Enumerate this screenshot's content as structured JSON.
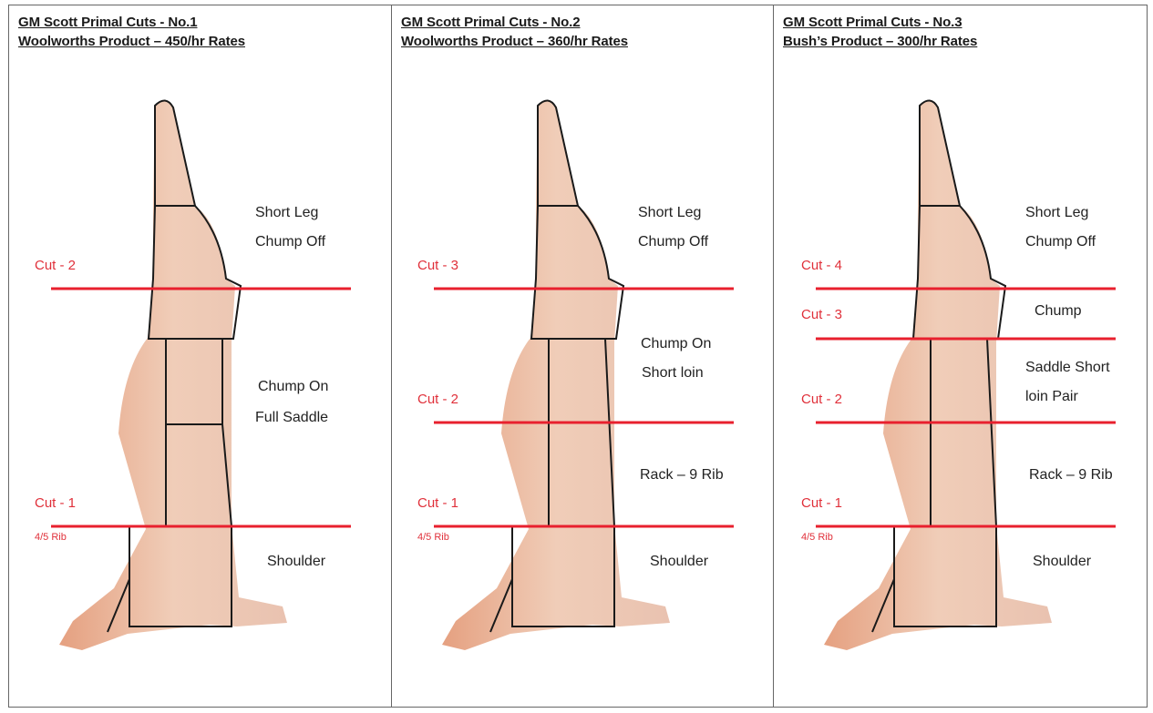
{
  "panels": [
    {
      "title_line1": "GM Scott Primal Cuts - No.1",
      "title_line2": "Woolworths  Product – 450/hr Rates",
      "labels": [
        "Short Leg",
        "Chump Off",
        "Chump On",
        "Full Saddle",
        "Shoulder"
      ],
      "cuts": [
        "Cut - 2",
        "Cut - 1"
      ],
      "rib_label": "4/5 Rib"
    },
    {
      "title_line1": "GM Scott Primal Cuts - No.2",
      "title_line2": "Woolworths  Product – 360/hr Rates",
      "labels": [
        "Short Leg",
        "Chump Off",
        "Chump On",
        "Short loin",
        "Rack – 9 Rib",
        "Shoulder"
      ],
      "cuts": [
        "Cut - 3",
        "Cut - 2",
        "Cut - 1"
      ],
      "rib_label": "4/5 Rib"
    },
    {
      "title_line1": "GM Scott Primal Cuts - No.3",
      "title_line2": "Bush’s Product – 300/hr Rates",
      "labels": [
        "Short Leg",
        "Chump Off",
        "Chump",
        "Saddle Short",
        "loin Pair",
        "Rack – 9 Rib",
        "Shoulder"
      ],
      "cuts": [
        "Cut - 4",
        "Cut - 3",
        "Cut - 2",
        "Cut - 1"
      ],
      "rib_label": "4/5 Rib"
    }
  ],
  "colors": {
    "cut_line": "#e8202e",
    "cut_text": "#e0303a",
    "meat": "#efc7b3",
    "fat": "#e8a488",
    "outline": "#1a1a1a"
  }
}
